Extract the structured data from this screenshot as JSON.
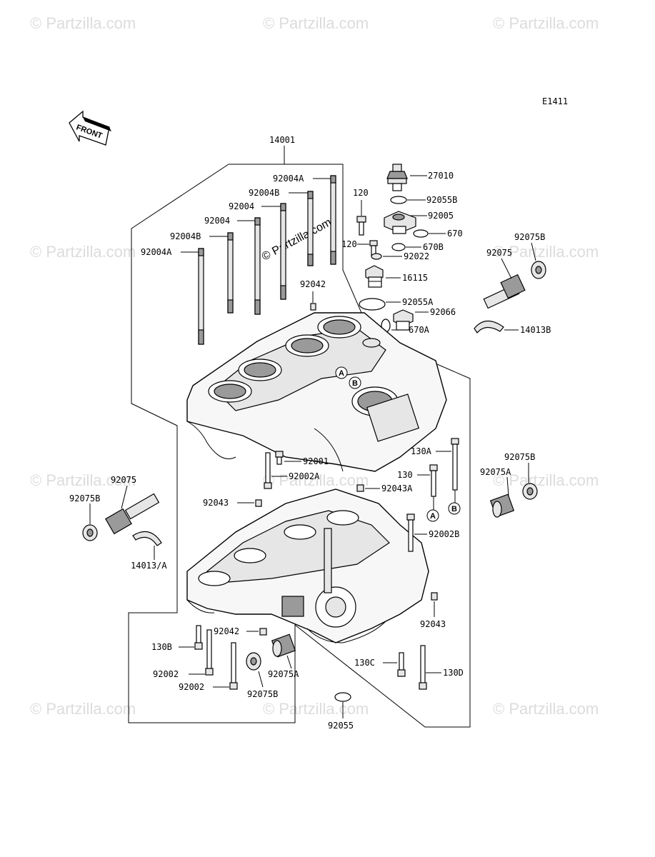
{
  "figure_code": "E1411",
  "front_label": "FRONT",
  "watermark_text": "© Partzilla.com",
  "part_labels": {
    "p14001": "14001",
    "p27010": "27010",
    "p92004A_top": "92004A",
    "p92004B_top": "92004B",
    "p92004_top": "92004",
    "p92004_mid": "92004",
    "p92004B_left": "92004B",
    "p92004A_left": "92004A",
    "p120_top": "120",
    "p92055B": "92055B",
    "p92005": "92005",
    "p670": "670",
    "p120_mid": "120",
    "p670B": "670B",
    "p92022": "92022",
    "p16115": "16115",
    "p92042_top": "92042",
    "p92055A": "92055A",
    "p92066": "92066",
    "p670A": "670A",
    "p92075B_right_top": "92075B",
    "p92075_right": "92075",
    "p14013B": "14013B",
    "p92075B_right_mid": "92075B",
    "p92075A_right": "92075A",
    "p130A": "130A",
    "p130": "130",
    "p92001": "92001",
    "p92002A": "92002A",
    "p92043A": "92043A",
    "p92043_left": "92043",
    "p92075_left": "92075",
    "p92075B_left": "92075B",
    "p14013A": "14013/A",
    "p92002B": "92002B",
    "p92043_right": "92043",
    "p92042_bottom": "92042",
    "p130B": "130B",
    "p92002_a": "92002",
    "p92002_b": "92002",
    "p92075A_bottom": "92075A",
    "p92075B_bottom": "92075B",
    "p130C": "130C",
    "p130D": "130D",
    "p92055": "92055"
  },
  "callouts": {
    "a": "A",
    "b": "B"
  }
}
